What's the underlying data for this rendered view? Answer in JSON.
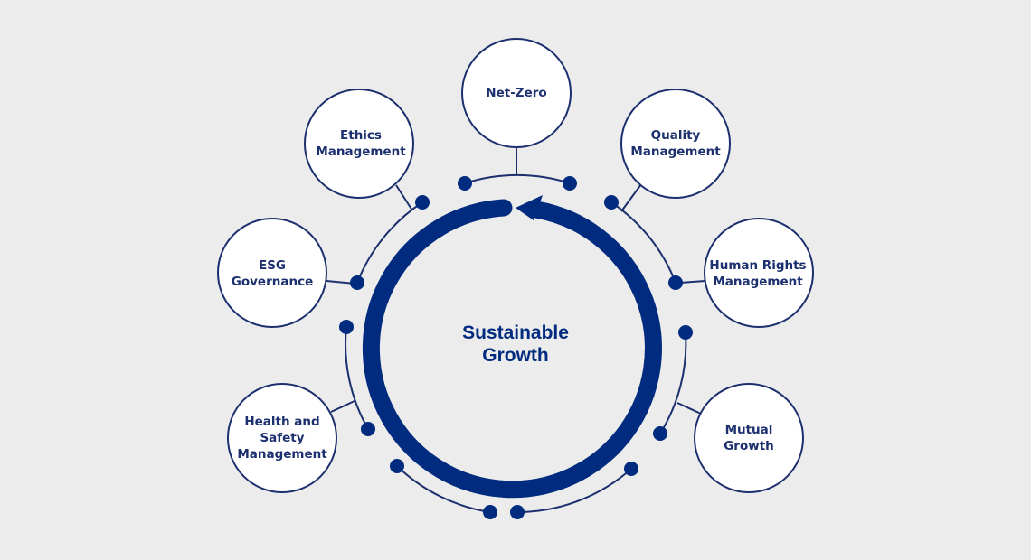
{
  "colors": {
    "background": "#ececec",
    "primary": "#002b7f",
    "node_stroke": "#1c2f6e",
    "node_fill": "#ffffff"
  },
  "center": {
    "lines": [
      "Sustainable",
      "Growth"
    ]
  },
  "nodes": [
    {
      "key": "net-zero",
      "lines": [
        "Net-Zero"
      ]
    },
    {
      "key": "quality-management",
      "lines": [
        "Quality",
        "Management"
      ]
    },
    {
      "key": "human-rights-management",
      "lines": [
        "Human Rights",
        "Management"
      ]
    },
    {
      "key": "mutual-growth",
      "lines": [
        "Mutual",
        "Growth"
      ]
    },
    {
      "key": "health-and-safety-management",
      "lines": [
        "Health and",
        "Safety",
        "Management"
      ]
    },
    {
      "key": "esg-governance",
      "lines": [
        "ESG",
        "Governance"
      ]
    },
    {
      "key": "ethics-management",
      "lines": [
        "Ethics",
        "Management"
      ]
    }
  ]
}
